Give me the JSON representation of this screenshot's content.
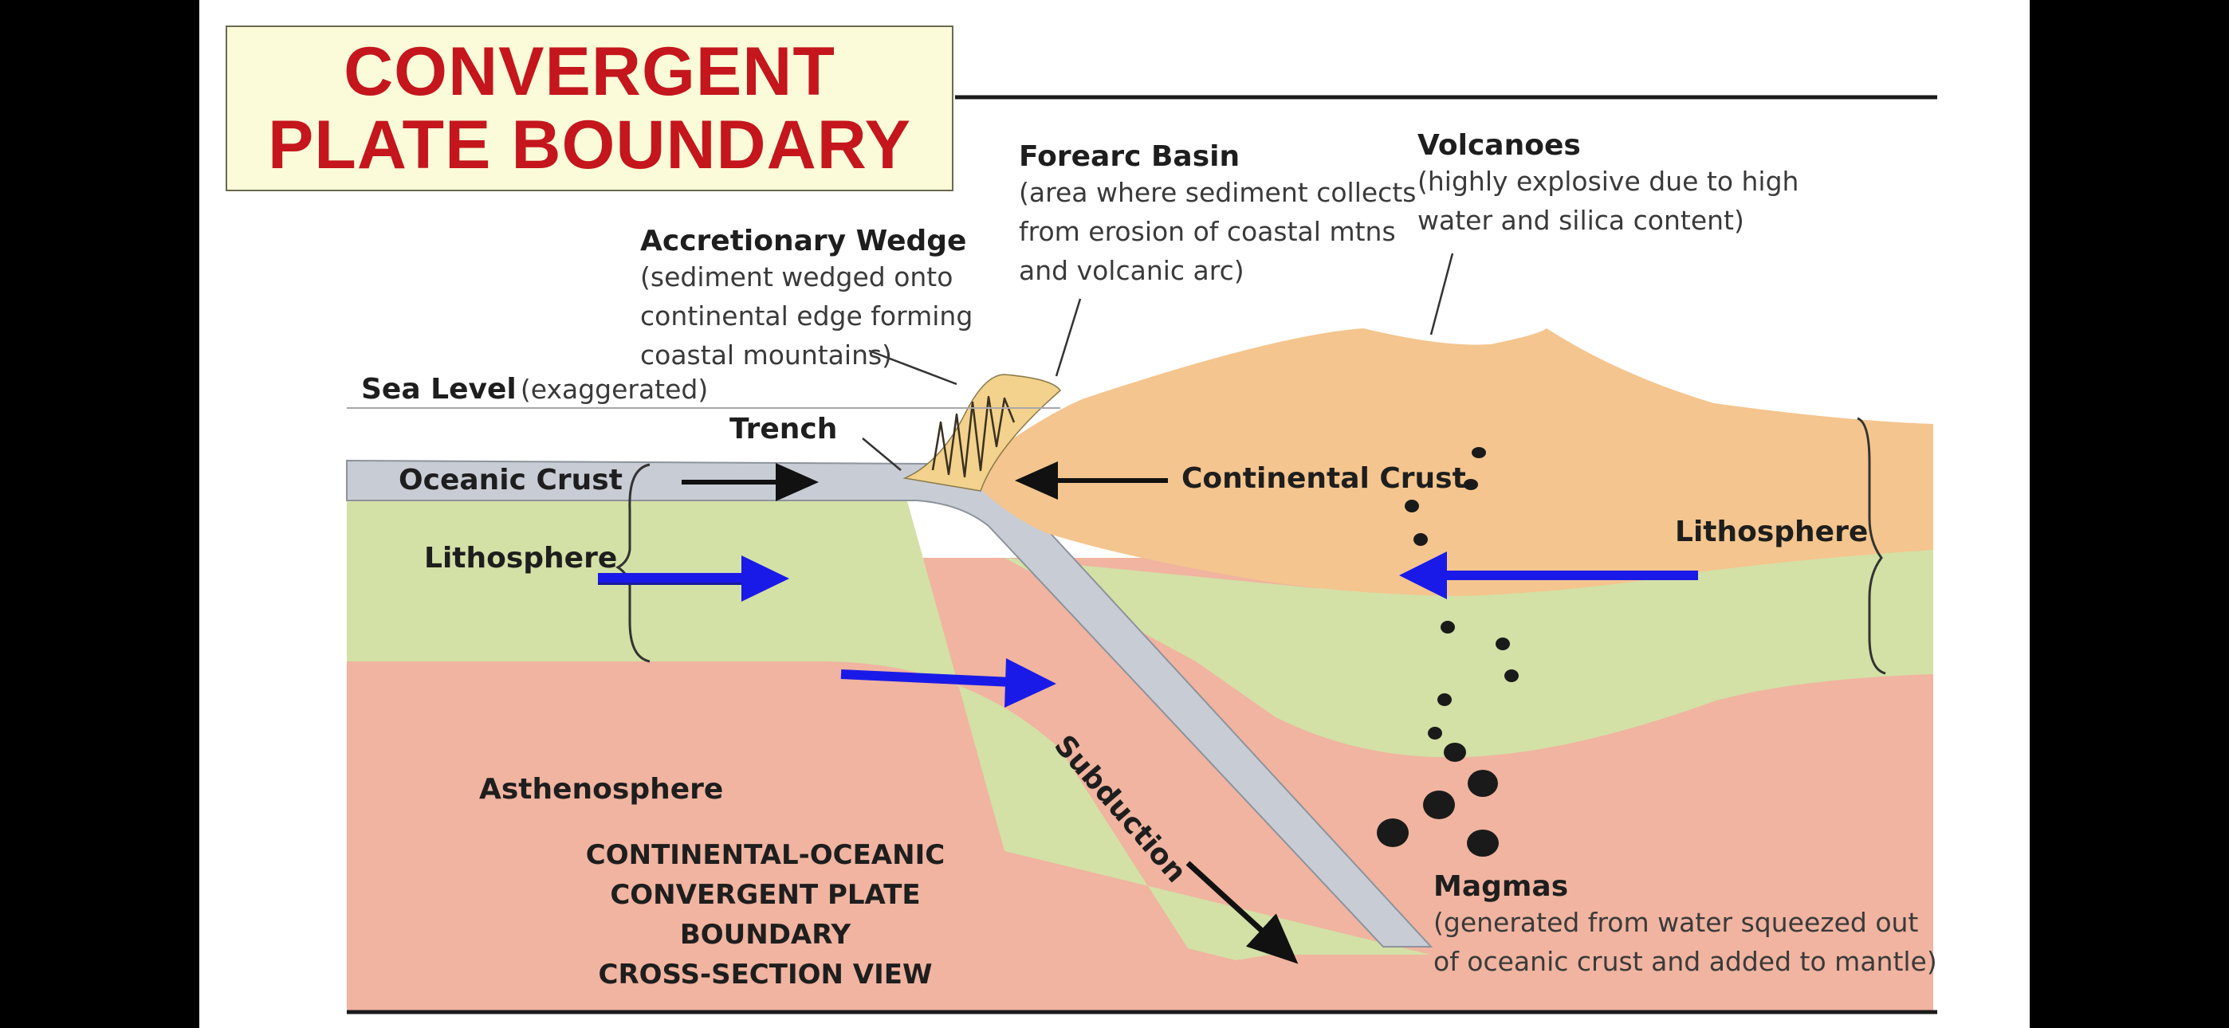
{
  "title": {
    "line1": "CONVERGENT",
    "line2": "PLATE BOUNDARY"
  },
  "labels": {
    "forearc_basin": {
      "title": "Forearc Basin",
      "desc": [
        "(area where sediment collects",
        "from erosion of coastal mtns",
        "and volcanic arc)"
      ]
    },
    "volcanoes": {
      "title": "Volcanoes",
      "desc": [
        "(highly explosive due to high",
        "water and silica content)"
      ]
    },
    "accretionary_wedge": {
      "title": "Accretionary Wedge",
      "desc": [
        "(sediment wedged onto",
        "continental edge forming",
        "coastal mountains)"
      ]
    },
    "sea_level": {
      "title": "Sea Level",
      "note": "(exaggerated)"
    },
    "trench": "Trench",
    "oceanic_crust": "Oceanic Crust",
    "continental_crust": "Continental Crust",
    "lithosphere_left": "Lithosphere",
    "lithosphere_right": "Lithosphere",
    "asthenosphere": "Asthenosphere",
    "subduction": "Subduction",
    "magmas": {
      "title": "Magmas",
      "desc": [
        "(generated from water squeezed out",
        "of oceanic crust and added to mantle)"
      ]
    }
  },
  "caption": [
    "CONTINENTAL-OCEANIC",
    "CONVERGENT PLATE BOUNDARY",
    "CROSS-SECTION VIEW"
  ],
  "colors": {
    "title_red": "#c4161c",
    "title_bg": "#fbfbd9",
    "asthenosphere": "#f0b4a0",
    "lithosphere": "#d3e0a6",
    "oceanic_crust": "#c8ccd4",
    "continental_crust": "#f4c58e",
    "wedge": "#f2d28c",
    "arrow_blue": "#1a1ae8"
  }
}
